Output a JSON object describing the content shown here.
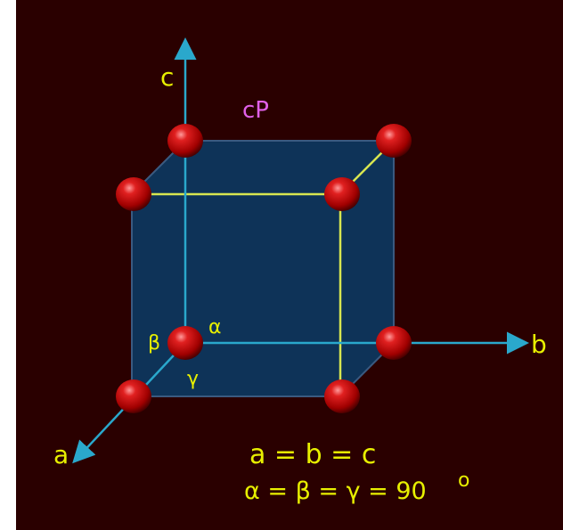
{
  "title": "cP",
  "axes": {
    "a": "a",
    "b": "b",
    "c": "c"
  },
  "angles": {
    "alpha": "α",
    "beta": "β",
    "gamma": "γ"
  },
  "equations": {
    "lengths": "a = b = c",
    "angles": "α = β = γ = 90",
    "degree": "o"
  },
  "colors": {
    "background": "#2a0000",
    "cube_face": "#0e3358",
    "edges": "#d8e650",
    "axes": "#2aa8cc",
    "labels": "#e8f000",
    "title": "#e060e8",
    "atoms": "#cc1010"
  },
  "atoms": [
    "back-top-left",
    "back-top-right",
    "front-top-left",
    "front-top-right",
    "origin",
    "back-bottom-right",
    "front-bottom-left",
    "front-bottom-right"
  ]
}
